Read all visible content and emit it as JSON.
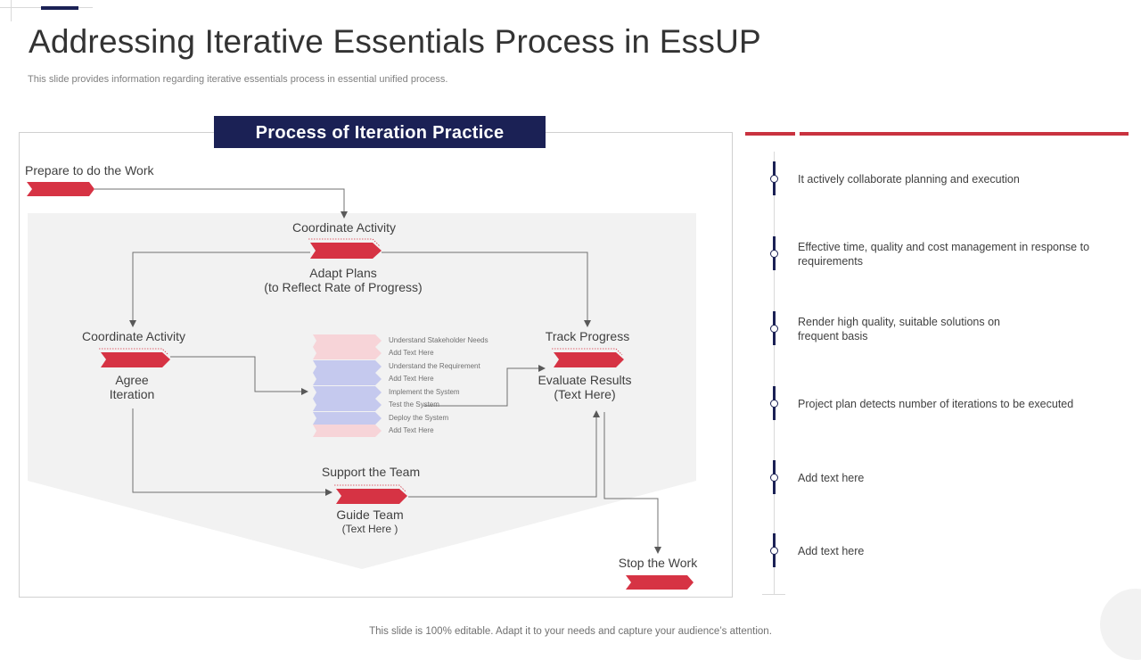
{
  "header": {
    "title": "Addressing Iterative Essentials Process in EssUP",
    "subtitle": "This slide provides information regarding iterative essentials process in essential unified process."
  },
  "footer": {
    "text": "This slide is 100% editable. Adapt it to your needs and capture your audience’s attention."
  },
  "diagram": {
    "panel_title": "Process of Iteration Practice",
    "start_label": "Prepare to do the Work",
    "top": {
      "above": "Coordinate Activity",
      "below_1": "Adapt Plans",
      "below_2": "(to Reflect Rate of Progress)"
    },
    "left": {
      "above": "Coordinate Activity",
      "below_1": "Agree",
      "below_2": "Iteration"
    },
    "right": {
      "above": "Track Progress",
      "below_1": "Evaluate Results",
      "below_2": "(Text Here)"
    },
    "bottom": {
      "above": "Support the Team",
      "below_1": "Guide Team",
      "below_2": "(Text Here )"
    },
    "end_label": "Stop the Work",
    "center_list": [
      "Understand  Stakeholder  Needs",
      "Add Text Here",
      "Understand  the Requirement",
      "Add Text Here",
      "Implement  the System",
      "Test the System",
      "Deploy  the System",
      "Add Text Here"
    ],
    "colors": {
      "navy": "#1b2155",
      "red": "#d63344",
      "pink": "#f7d4d8",
      "lavender": "#c5c9ee",
      "grey_bg": "#f2f2f2"
    }
  },
  "timeline": {
    "items": [
      "It actively collaborate planning and execution",
      "Effective time, quality and cost management in response to requirements",
      "Render high quality, suitable solutions on frequent basis",
      "Project plan detects number of iterations to be executed",
      "Add text here",
      "Add text here"
    ]
  }
}
